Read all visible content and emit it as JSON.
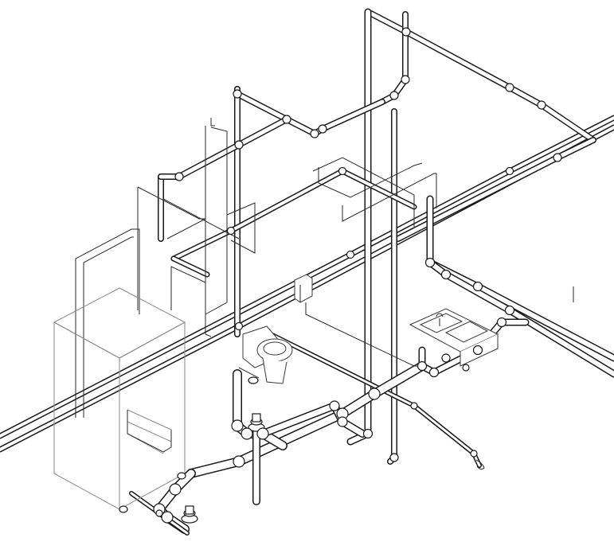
{
  "diagram": {
    "kind": "isometric plumbing piping diagram",
    "colors": {
      "background": "#ffffff",
      "line": "#1a1a1a",
      "ghost_line": "#8a8a8a"
    },
    "components": [
      {
        "name": "water-heater-unit",
        "icon": "water-heater-icon"
      },
      {
        "name": "toilet-fixture",
        "icon": "toilet-icon"
      },
      {
        "name": "sink-fixture",
        "icon": "sink-icon"
      },
      {
        "name": "cleanout-fitting-upper",
        "icon": "cleanout-icon"
      },
      {
        "name": "cleanout-fitting-lower",
        "icon": "cleanout-icon"
      },
      {
        "name": "electrical-box",
        "icon": "junction-box-icon"
      }
    ]
  }
}
